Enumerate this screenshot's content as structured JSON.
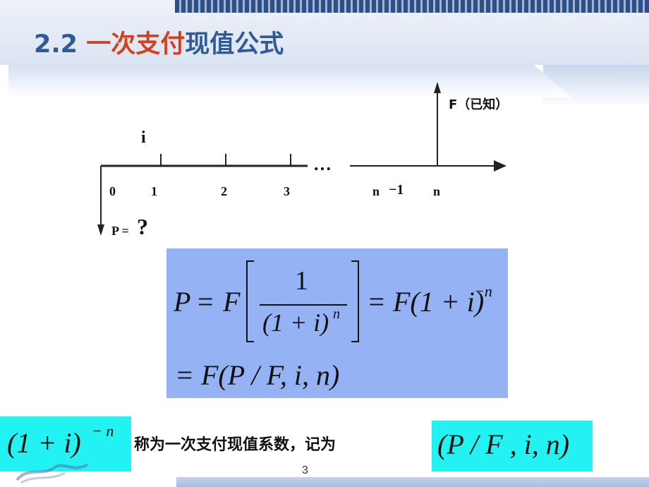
{
  "header": {
    "number": "2.2 ",
    "title_red": "一次支付",
    "title_blue": "现值公式"
  },
  "diagram": {
    "rate_label": "i",
    "future_label": "F（已知）",
    "present_label": "P =",
    "present_mark": "?",
    "ellipsis": "…",
    "ticks": [
      "0",
      "1",
      "2",
      "3",
      "n",
      "−1",
      "n"
    ]
  },
  "formula": {
    "P": "P",
    "eq": "=",
    "F": "F",
    "one": "1",
    "denominator": "(1 + i)",
    "exp_n": "n",
    "rhs": "= F(1 + i)",
    "exp_neg_n": "−n",
    "line2": "= F(P / F, i, n)"
  },
  "factor": {
    "expr": "(1 + i)",
    "exp": "− n",
    "description": "称为一次支付现值系数，记为",
    "notation": "(P / F , i, n)"
  },
  "page_number": "3",
  "colors": {
    "title_blue": "#2f5a9a",
    "title_red": "#d2401f",
    "formula_bg": "#95b3f4",
    "highlight_bg": "#22f2f2"
  }
}
